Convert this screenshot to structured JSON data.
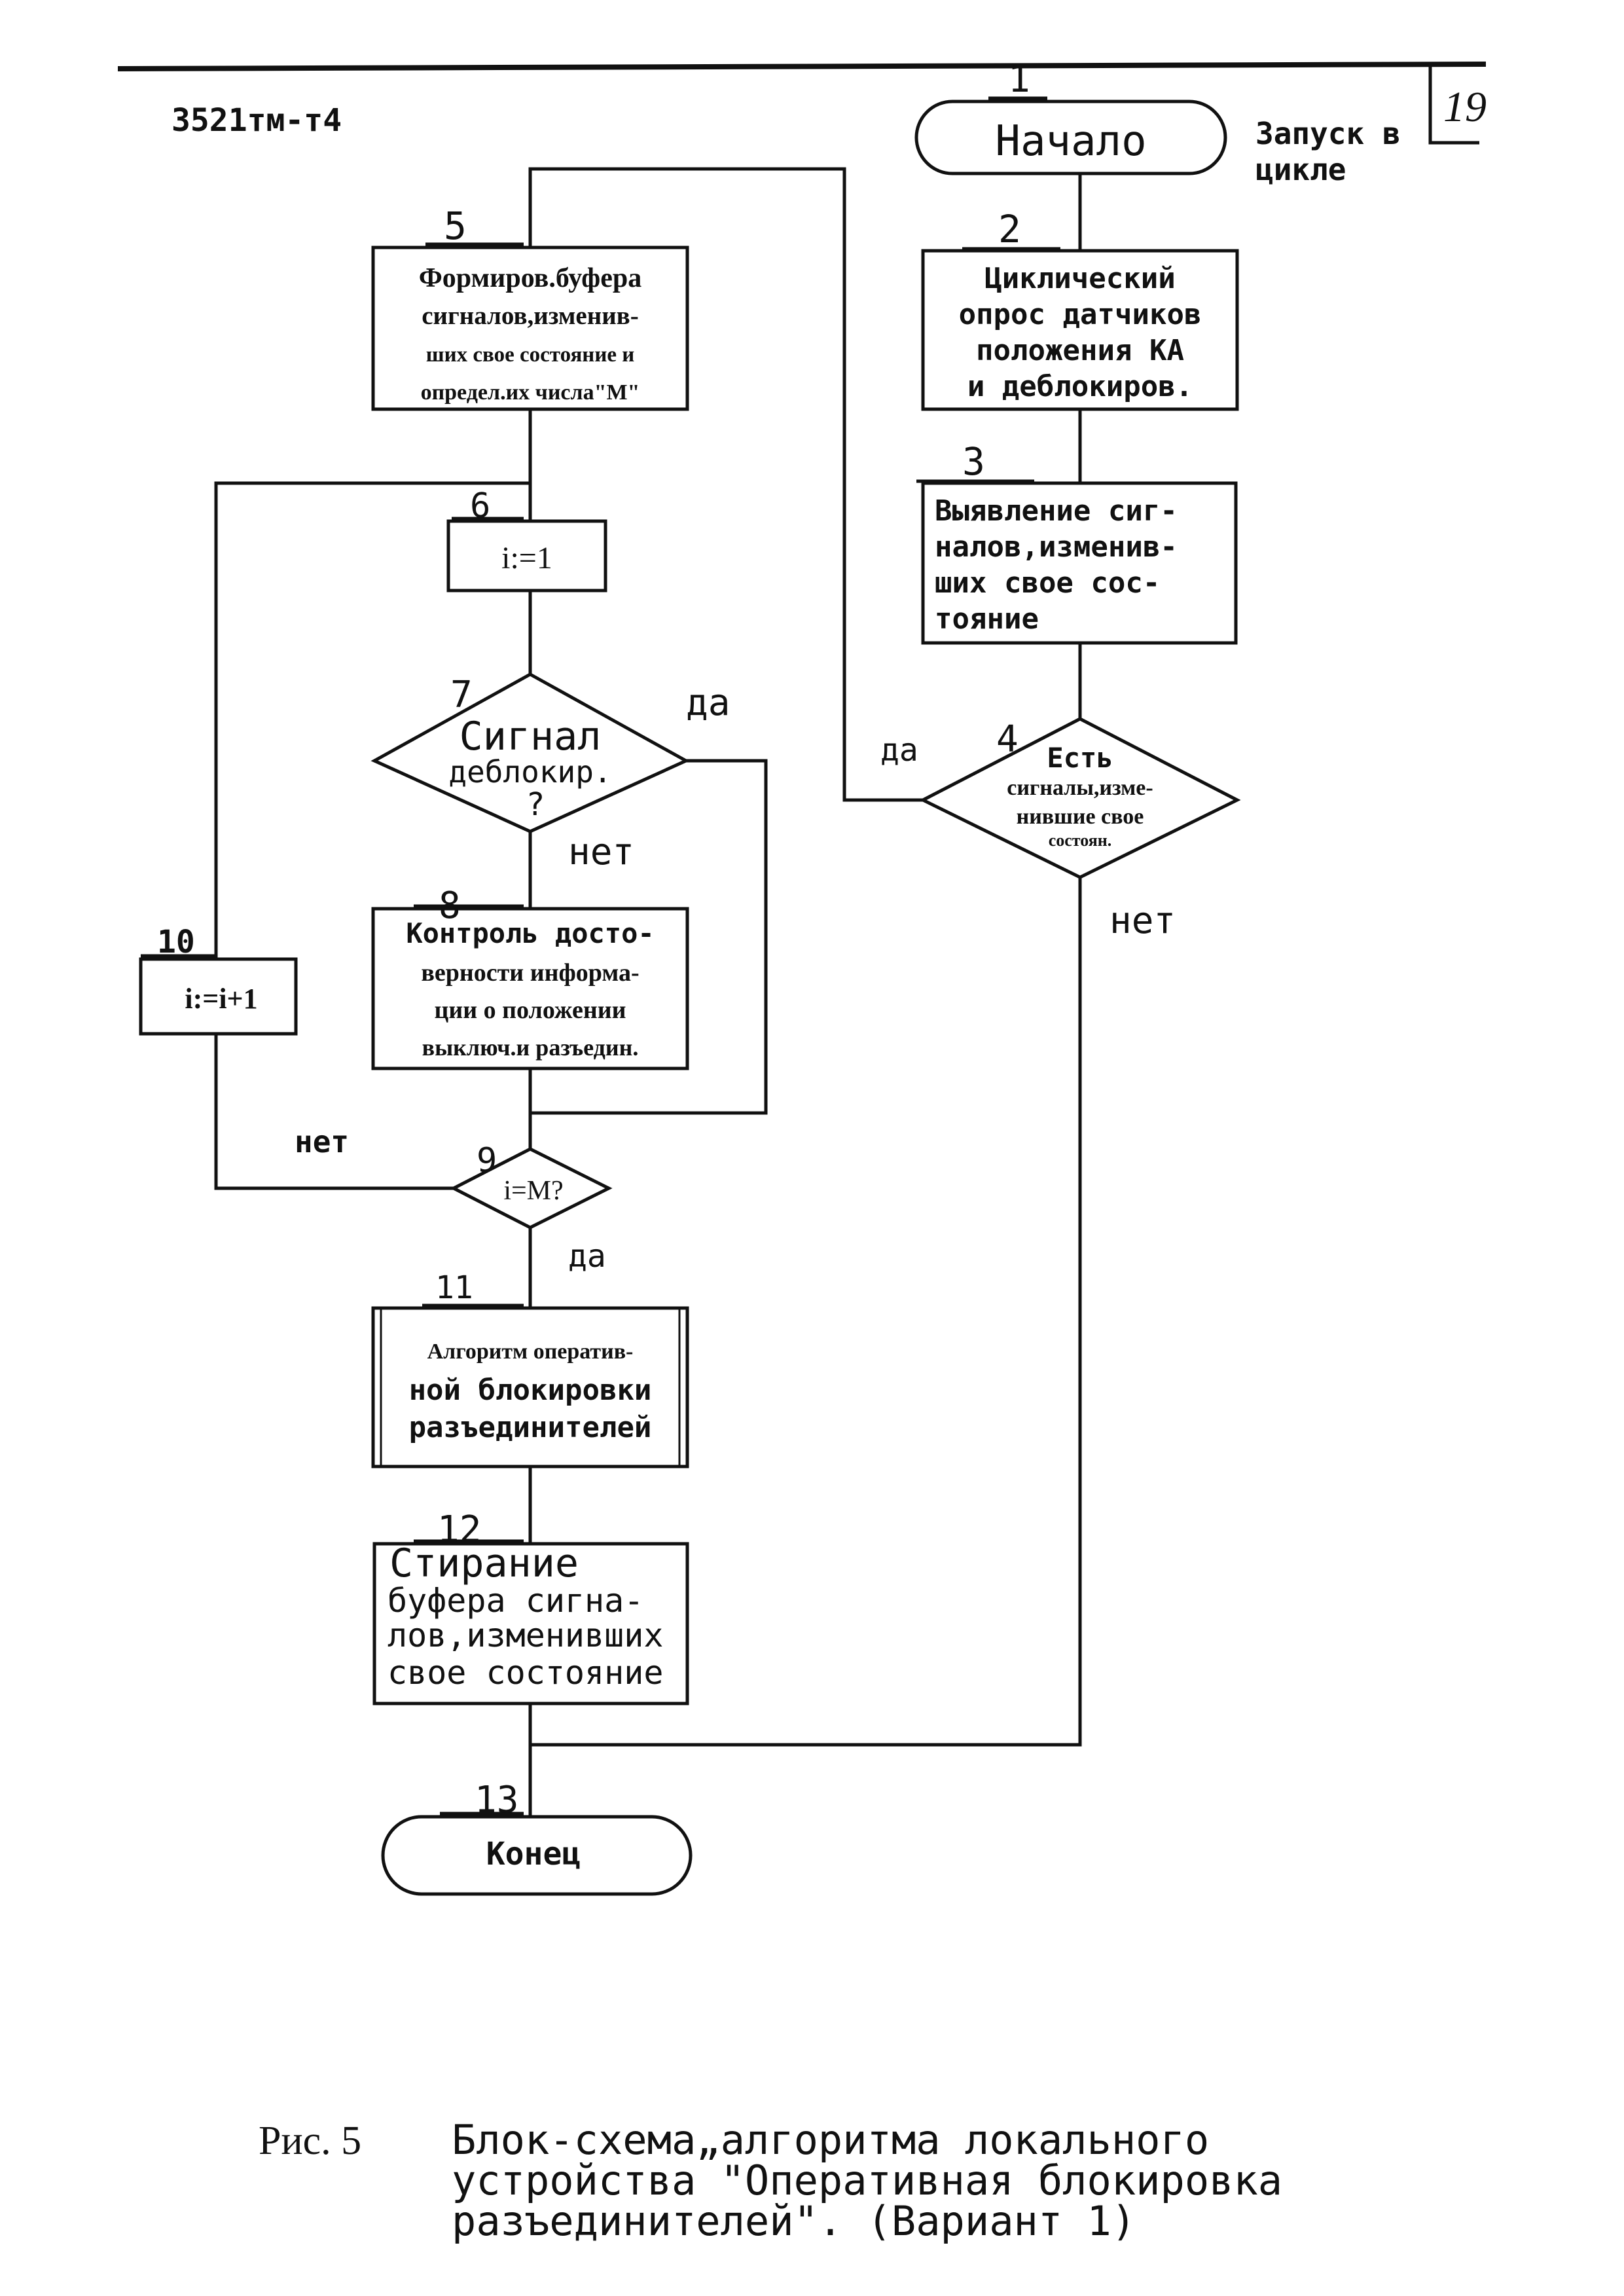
{
  "header": {
    "doc_code": "3521тм-т4",
    "page_number": "19"
  },
  "diagram": {
    "side_note": [
      "Запуск в",
      "цикле"
    ],
    "blocks": {
      "b1": {
        "num": "1",
        "lines": [
          "Начало"
        ]
      },
      "b2": {
        "num": "2",
        "lines": [
          "Циклический",
          "опрос  датчиков",
          "положения КА",
          "и деблокиров."
        ]
      },
      "b3": {
        "num": "3",
        "lines": [
          "Выявление сиг-",
          "налов,изменив-",
          "ших свое сос-",
          "тояние"
        ]
      },
      "b4": {
        "num": "4",
        "lines": [
          "Есть",
          "сигналы,изме-",
          "нившие свое",
          "состоян."
        ]
      },
      "b5": {
        "num": "5",
        "lines": [
          "Формиров.буфера",
          "сигналов,изменив-",
          "ших свое состояние и",
          "определ.их числа\"М\""
        ]
      },
      "b6": {
        "num": "6",
        "lines": [
          "i:=1"
        ]
      },
      "b7": {
        "num": "7",
        "lines": [
          "Сигнал",
          "деблокир.",
          "?"
        ]
      },
      "b8": {
        "num": "8",
        "lines": [
          "Контроль досто-",
          "верности информа-",
          "ции о положении",
          "выключ.и разъедин."
        ]
      },
      "b9": {
        "num": "9",
        "lines": [
          "i=M?"
        ]
      },
      "b10": {
        "num": "10",
        "lines": [
          "i:=i+1"
        ]
      },
      "b11": {
        "num": "11",
        "lines": [
          "Алгоритм оператив-",
          "ной блокировки",
          "разъединителей"
        ]
      },
      "b12": {
        "num": "12",
        "lines": [
          "Стирание",
          "буфера сигна-",
          "лов,изменивших",
          "свое состояние"
        ]
      },
      "b13": {
        "num": "13",
        "lines": [
          "Конец"
        ]
      }
    },
    "branch_labels": {
      "b7_yes": "да",
      "b7_no": "нет",
      "b4_yes": "да",
      "b4_no": "нет",
      "b9_no": "нет",
      "b9_yes": "да"
    }
  },
  "caption": {
    "label": "Рис. 5",
    "lines": [
      "Блок-схема„алгоритма локального",
      "устройства \"Оперативная блокировка",
      "разъединителей\".    (Вариант 1)"
    ]
  }
}
